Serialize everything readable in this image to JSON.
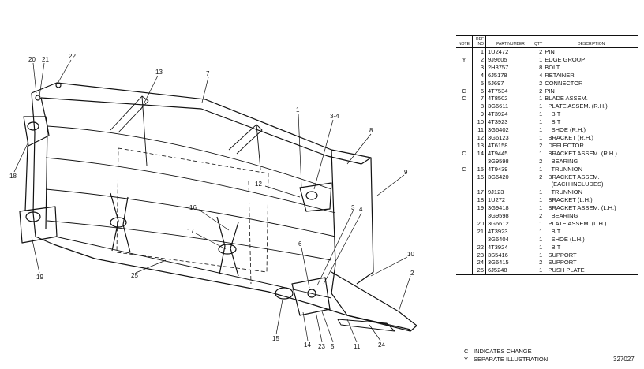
{
  "diagram": {
    "callouts": [
      {
        "id": "c20",
        "text": "20"
      },
      {
        "id": "c21",
        "text": "21"
      },
      {
        "id": "c22",
        "text": "22"
      },
      {
        "id": "c13",
        "text": "13"
      },
      {
        "id": "c7",
        "text": "7"
      },
      {
        "id": "c1",
        "text": "1"
      },
      {
        "id": "c3-4",
        "text": "3-4"
      },
      {
        "id": "c8",
        "text": "8"
      },
      {
        "id": "c9",
        "text": "9"
      },
      {
        "id": "c12",
        "text": "12"
      },
      {
        "id": "c18",
        "text": "18"
      },
      {
        "id": "c16",
        "text": "16"
      },
      {
        "id": "c17",
        "text": "17"
      },
      {
        "id": "c3b",
        "text": "3"
      },
      {
        "id": "c4b",
        "text": "4"
      },
      {
        "id": "c6",
        "text": "6"
      },
      {
        "id": "c10",
        "text": "10"
      },
      {
        "id": "c2",
        "text": "2"
      },
      {
        "id": "c19",
        "text": "19"
      },
      {
        "id": "c25",
        "text": "25"
      },
      {
        "id": "c15",
        "text": "15"
      },
      {
        "id": "c14",
        "text": "14"
      },
      {
        "id": "c23",
        "text": "23"
      },
      {
        "id": "c5",
        "text": "5"
      },
      {
        "id": "c11",
        "text": "11"
      },
      {
        "id": "c24",
        "text": "24"
      }
    ]
  },
  "parts_table": {
    "headers": {
      "note": "NOTE",
      "ref": "REF NO",
      "part": "PART NUMBER",
      "qty": "QTY",
      "desc": "DESCRIPTION"
    },
    "rows": [
      {
        "note": "",
        "ref": "1",
        "part": "1U2472",
        "qty": "2",
        "desc": "PIN"
      },
      {
        "note": "Y",
        "ref": "2",
        "part": "9J9605",
        "qty": "1",
        "desc": "EDGE GROUP"
      },
      {
        "note": "",
        "ref": "3",
        "part": "2H3757",
        "qty": "8",
        "desc": "BOLT"
      },
      {
        "note": "",
        "ref": "4",
        "part": "6J5178",
        "qty": "4",
        "desc": "RETAINER"
      },
      {
        "note": "",
        "ref": "5",
        "part": "5J697",
        "qty": "2",
        "desc": "CONNECTOR"
      },
      {
        "note": "C",
        "ref": "6",
        "part": "4T7534",
        "qty": "2",
        "desc": "PIN"
      },
      {
        "note": "C",
        "ref": "7",
        "part": "4T8502",
        "qty": "1",
        "desc": "BLADE ASSEM."
      },
      {
        "note": "",
        "ref": "8",
        "part": "3G6611",
        "qty": "1",
        "desc": "  PLATE ASSEM. (R.H.)"
      },
      {
        "note": "",
        "ref": "9",
        "part": "4T3924",
        "qty": "1",
        "desc": "    BIT"
      },
      {
        "note": "",
        "ref": "10",
        "part": "4T3923",
        "qty": "1",
        "desc": "    BIT"
      },
      {
        "note": "",
        "ref": "11",
        "part": "3G6402",
        "qty": "1",
        "desc": "    SHOE (R.H.)"
      },
      {
        "note": "",
        "ref": "12",
        "part": "3G6123",
        "qty": "1",
        "desc": "  BRACKET (R.H.)"
      },
      {
        "note": "",
        "ref": "13",
        "part": "4T6158",
        "qty": "2",
        "desc": "  DEFLECTOR"
      },
      {
        "note": "C",
        "ref": "14",
        "part": "4T9445",
        "qty": "1",
        "desc": "  BRACKET ASSEM. (R.H.)"
      },
      {
        "note": "",
        "ref": "",
        "part": "3G9598",
        "qty": "2",
        "desc": "    BEARING"
      },
      {
        "note": "C",
        "ref": "15",
        "part": "4T9439",
        "qty": "1",
        "desc": "    TRUNNION"
      },
      {
        "note": "",
        "ref": "16",
        "part": "3G6420",
        "qty": "2",
        "desc": "  BRACKET ASSEM."
      },
      {
        "note": "",
        "ref": "",
        "part": "",
        "qty": "",
        "desc": "    (EACH INCLUDES)"
      },
      {
        "note": "",
        "ref": "17",
        "part": "9J123",
        "qty": "1",
        "desc": "    TRUNNION"
      },
      {
        "note": "",
        "ref": "18",
        "part": "1U272",
        "qty": "1",
        "desc": "  BRACKET (L.H.)"
      },
      {
        "note": "",
        "ref": "19",
        "part": "3G9418",
        "qty": "1",
        "desc": "  BRACKET ASSEM. (L.H.)"
      },
      {
        "note": "",
        "ref": "",
        "part": "3G9598",
        "qty": "2",
        "desc": "    BEARING"
      },
      {
        "note": "",
        "ref": "20",
        "part": "3G6612",
        "qty": "1",
        "desc": "  PLATE ASSEM. (L.H.)"
      },
      {
        "note": "",
        "ref": "21",
        "part": "4T3923",
        "qty": "1",
        "desc": "    BIT"
      },
      {
        "note": "",
        "ref": "",
        "part": "3G6404",
        "qty": "1",
        "desc": "    SHOE (L.H.)"
      },
      {
        "note": "",
        "ref": "22",
        "part": "4T3924",
        "qty": "1",
        "desc": "    BIT"
      },
      {
        "note": "",
        "ref": "23",
        "part": "3S5416",
        "qty": "1",
        "desc": "  SUPPORT"
      },
      {
        "note": "",
        "ref": "24",
        "part": "3G6415",
        "qty": "2",
        "desc": "  SUPPORT"
      },
      {
        "note": "",
        "ref": "25",
        "part": "6J5248",
        "qty": "1",
        "desc": "  PUSH PLATE"
      }
    ]
  },
  "legend": [
    {
      "code": "C",
      "text": "INDICATES CHANGE"
    },
    {
      "code": "Y",
      "text": "SEPARATE ILLUSTRATION"
    }
  ],
  "figure_id": "327027"
}
